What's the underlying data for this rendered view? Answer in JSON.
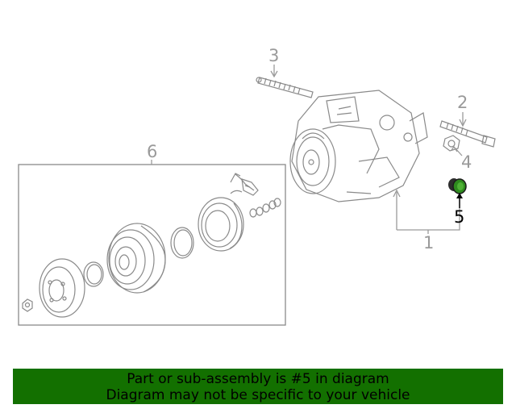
{
  "callouts": {
    "c1": "1",
    "c2": "2",
    "c3": "3",
    "c4": "4",
    "c5": "5",
    "c6": "6"
  },
  "banner": {
    "line1": "Part or sub-assembly is #5 in diagram",
    "line2": "Diagram may not be specific to your vehicle",
    "background": "#137000"
  },
  "colors": {
    "line_art": "#8a8a8a",
    "highlight_part": "#2e8b1e",
    "highlight_label": "#000000"
  }
}
